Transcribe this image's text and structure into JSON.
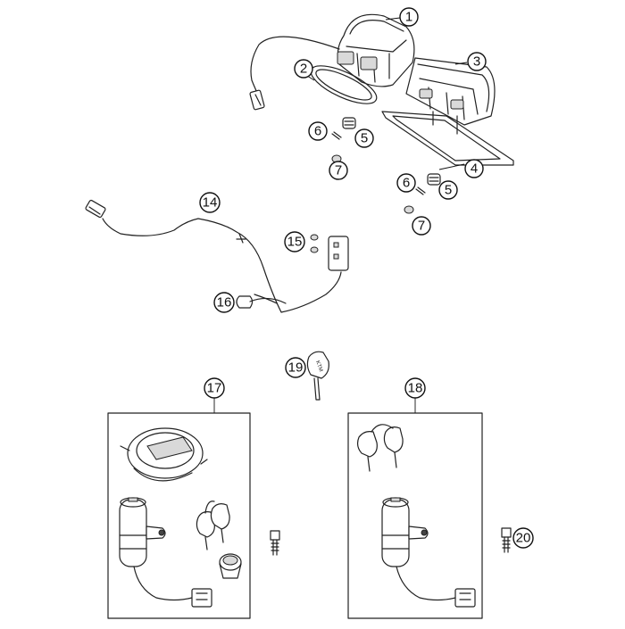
{
  "diagram": {
    "callouts": [
      {
        "id": "c1",
        "label": "1"
      },
      {
        "id": "c2",
        "label": "2"
      },
      {
        "id": "c3",
        "label": "3"
      },
      {
        "id": "c4",
        "label": "4"
      },
      {
        "id": "c5a",
        "label": "5"
      },
      {
        "id": "c5b",
        "label": "5"
      },
      {
        "id": "c6a",
        "label": "6"
      },
      {
        "id": "c6b",
        "label": "6"
      },
      {
        "id": "c7a",
        "label": "7"
      },
      {
        "id": "c7b",
        "label": "7"
      },
      {
        "id": "c14",
        "label": "14"
      },
      {
        "id": "c15",
        "label": "15"
      },
      {
        "id": "c16",
        "label": "16"
      },
      {
        "id": "c17",
        "label": "17"
      },
      {
        "id": "c18",
        "label": "18"
      },
      {
        "id": "c19",
        "label": "19"
      },
      {
        "id": "c20",
        "label": "20"
      }
    ],
    "key_logo": "KTM"
  }
}
